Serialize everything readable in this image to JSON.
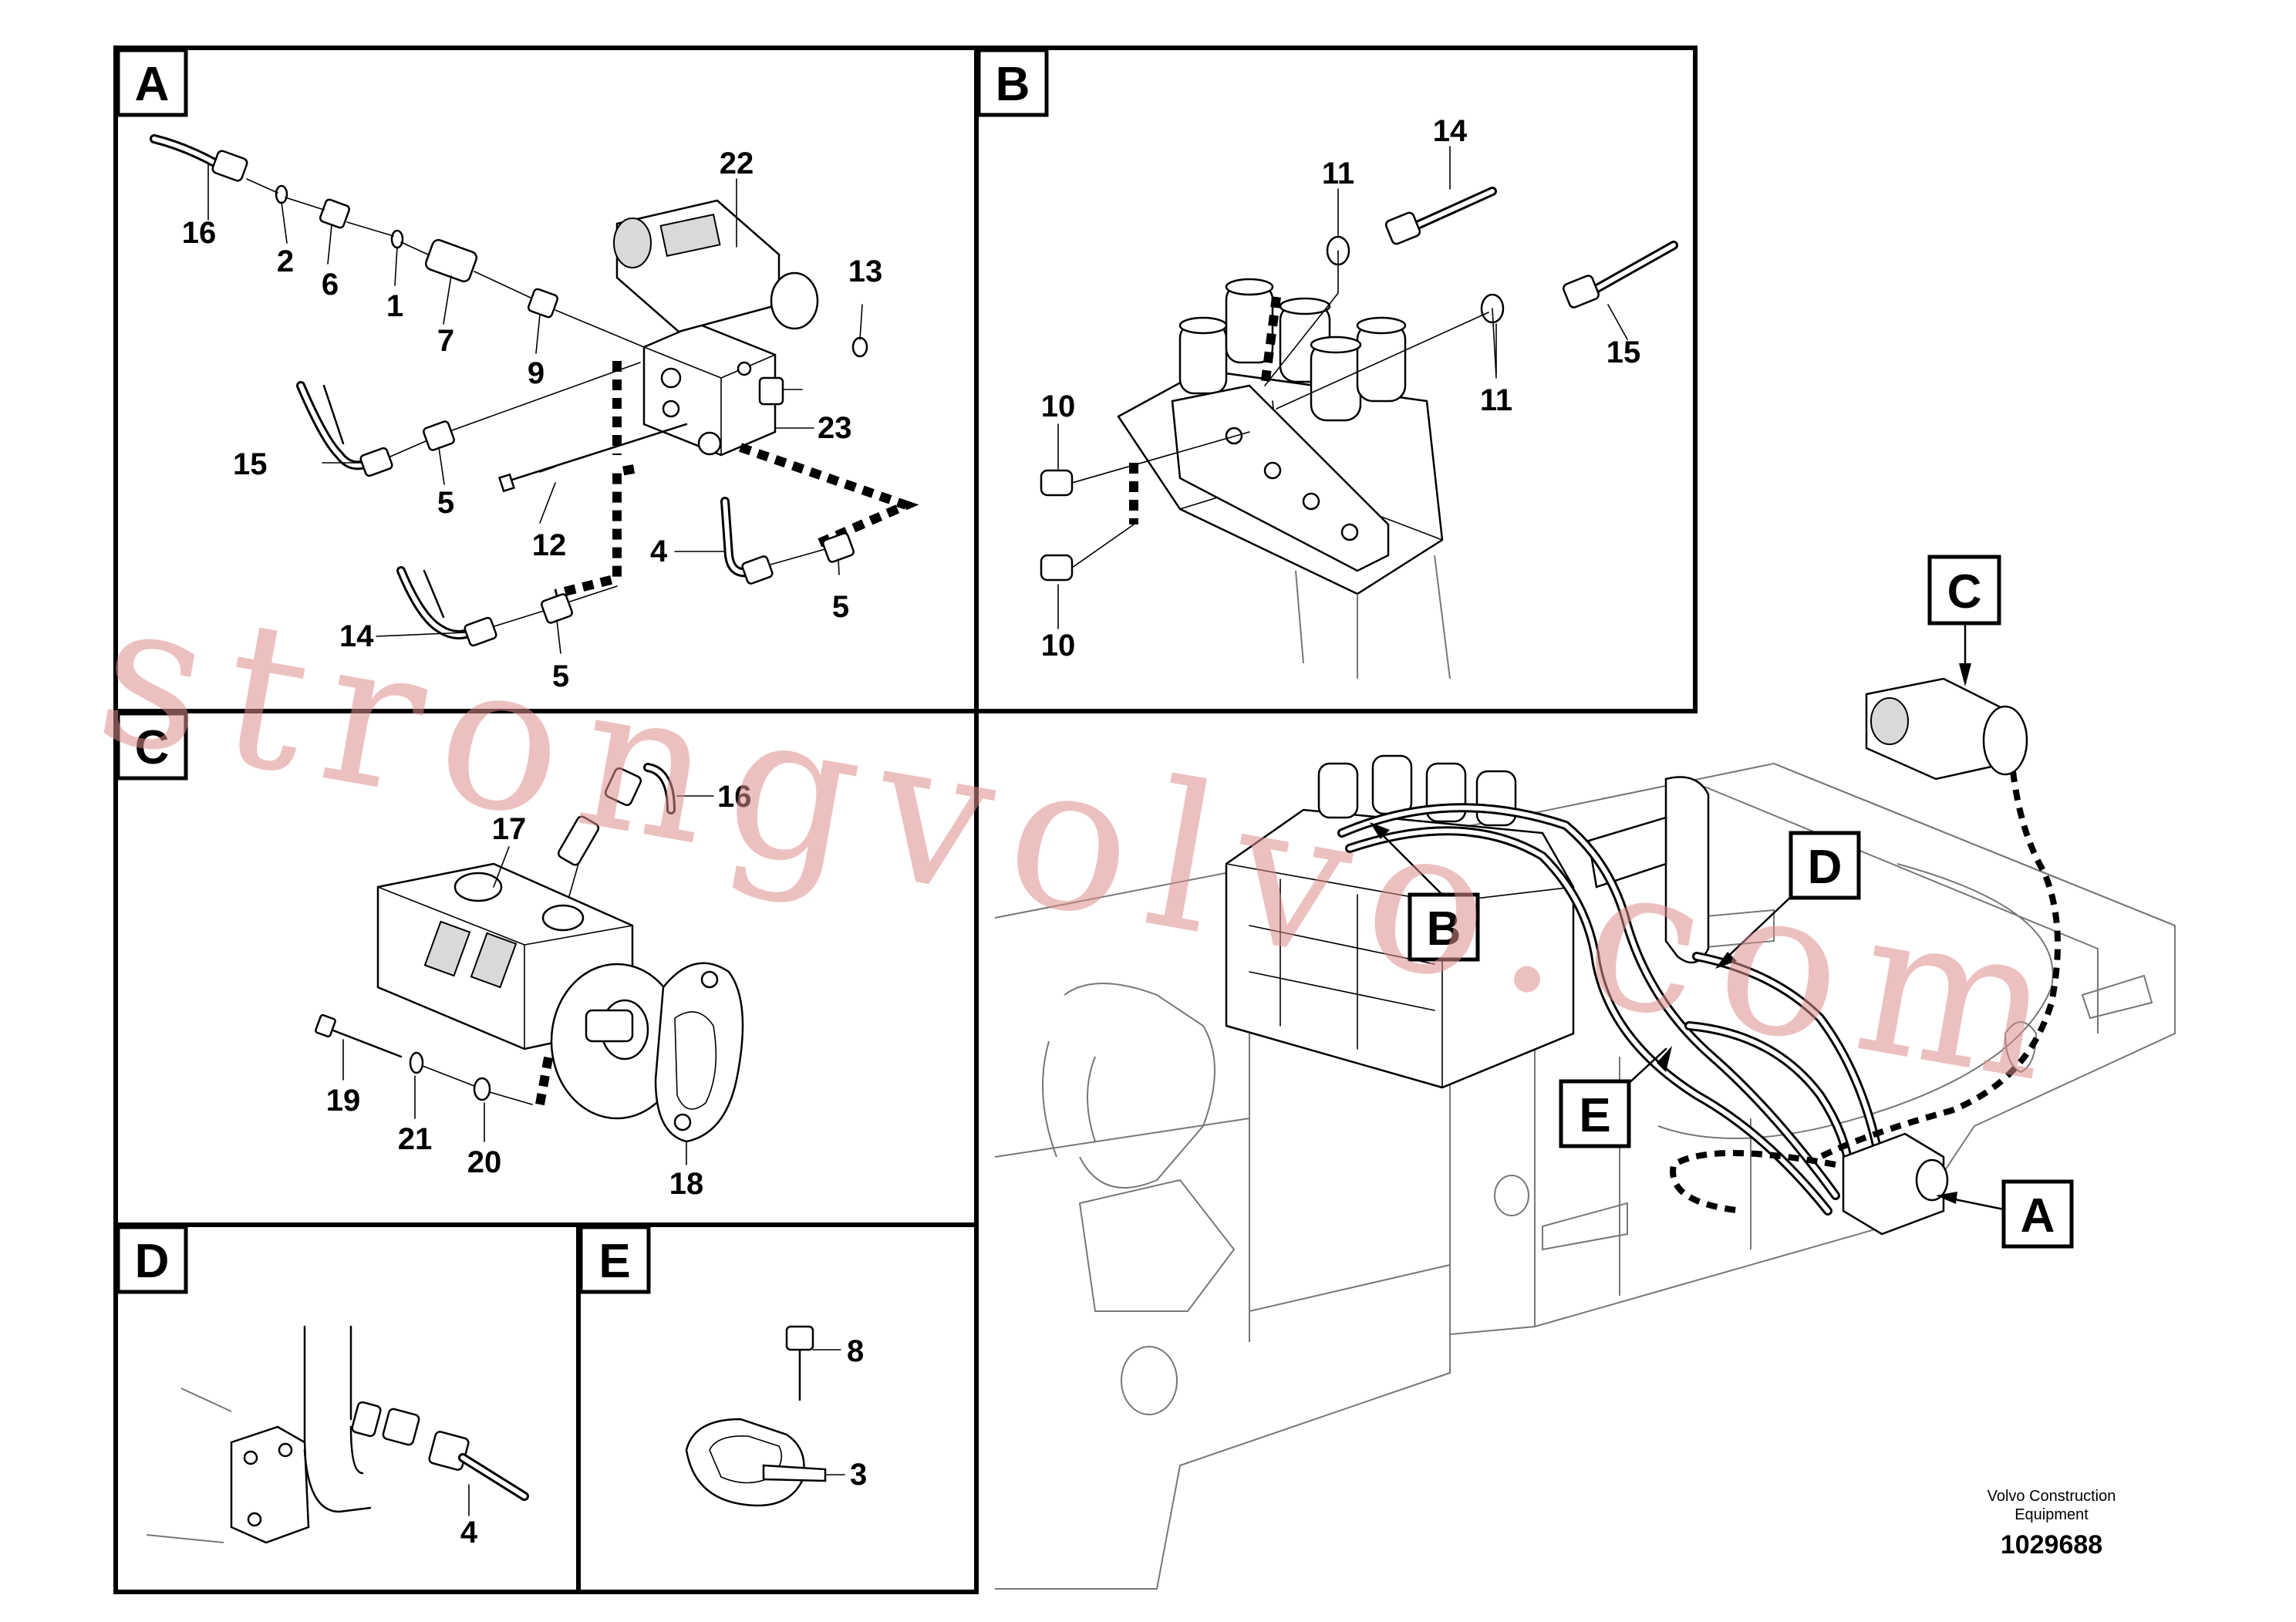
{
  "panels": [
    {
      "letter": "A",
      "callouts": [
        "22",
        "16",
        "2",
        "6",
        "1",
        "7",
        "9",
        "13",
        "23",
        "15",
        "5",
        "12",
        "4",
        "5",
        "14",
        "5"
      ]
    },
    {
      "letter": "B",
      "callouts": [
        "14",
        "11",
        "15",
        "10",
        "11",
        "10"
      ]
    },
    {
      "letter": "C",
      "callouts": [
        "16",
        "17",
        "19",
        "21",
        "20",
        "18"
      ]
    },
    {
      "letter": "D",
      "callouts": [
        "4"
      ]
    },
    {
      "letter": "E",
      "callouts": [
        "8",
        "3"
      ]
    }
  ],
  "overview_tags": [
    "C",
    "D",
    "B",
    "E",
    "A"
  ],
  "watermark": "strongvolvo.com",
  "footer": {
    "brand_line1": "Volvo Construction",
    "brand_line2": "Equipment",
    "doc_number": "1029688"
  }
}
